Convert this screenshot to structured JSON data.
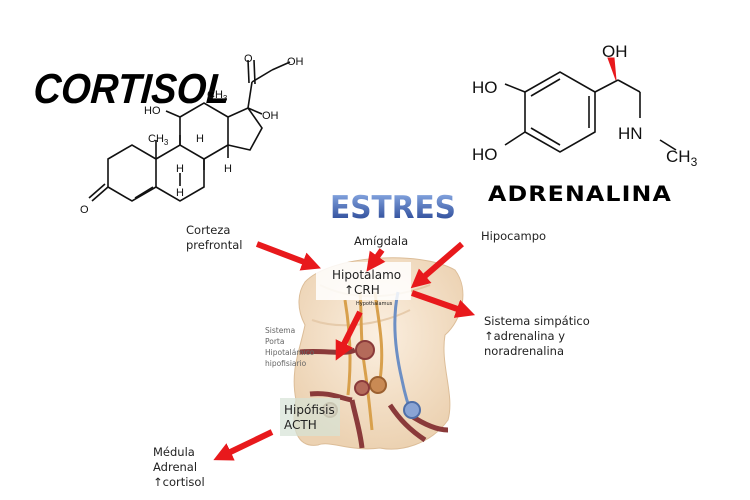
{
  "titles": {
    "cortisol": "CORTISOL",
    "adrenalina": "ADRENALINA",
    "estres": "ESTRES"
  },
  "cortisol_atoms": {
    "oh_top": "OH",
    "oh_right": "OH",
    "ho_left": "HO",
    "o_ketone_top": "O",
    "o_ketone_left": "O",
    "ch3_a": "CH",
    "ch3_a_sub": "3",
    "ch3_b": "CH",
    "ch3_b_sub": "3",
    "h1": "H",
    "h2": "H",
    "h3": "H",
    "h4": "H"
  },
  "adrenaline_atoms": {
    "ho_top": "HO",
    "ho_bottom": "HO",
    "oh": "OH",
    "nh": "HN",
    "ch3": "CH",
    "ch3_sub": "3"
  },
  "labels": {
    "corteza_line1": "Corteza",
    "corteza_line2": "prefrontal",
    "amigdala": "Amígdala",
    "hipocampo": "Hipocampo",
    "hipotalamo_line1": "Hipotálamo",
    "hipotalamo_line2": "↑CRH",
    "hipotalamo_small": "Hypothalamus",
    "simpatico_line1": "Sistema simpático",
    "simpatico_line2": "↑adrenalina y",
    "simpatico_line3": "noradrenalina",
    "portal_line1": "Sistema",
    "portal_line2": "Porta",
    "portal_line3": "Hipotalámico",
    "portal_line4": "hipofisiario",
    "hipofisis_line1": "Hipófisis",
    "hipofisis_line2": "ACTH",
    "medula_line1": "Médula",
    "medula_line2": "Adrenal",
    "medula_line3": "↑cortisol"
  },
  "colors": {
    "arrow": "#e8191c",
    "estres_top": "#5c80c8",
    "estres_bottom": "#1d3b8c",
    "brain": "#f3dcc2",
    "vessel": "#8a3a3a",
    "nerve": "#d8a04c",
    "blue_nerve": "#6d8fc4"
  }
}
